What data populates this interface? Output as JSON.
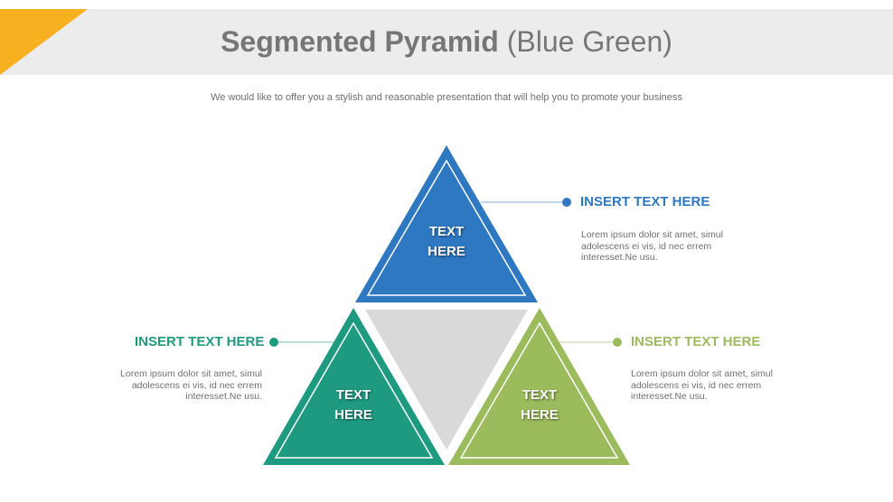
{
  "header": {
    "title_bold": "Segmented Pyramid",
    "title_light": "(Blue Green)",
    "subtitle": "We would like to offer you a stylish and reasonable presentation that will help you to promote your business",
    "band_color": "#ececec",
    "accent_color": "#f7b120"
  },
  "pyramid": {
    "top": {
      "label_line1": "TEXT",
      "label_line2": "HERE",
      "color": "#2e77c1"
    },
    "left": {
      "label_line1": "TEXT",
      "label_line2": "HERE",
      "color": "#1e9a80"
    },
    "right": {
      "label_line1": "TEXT",
      "label_line2": "HERE",
      "color": "#9bbb5c"
    },
    "center": {
      "color": "#d9d9d9"
    }
  },
  "callouts": {
    "top": {
      "title": "INSERT TEXT HERE",
      "body": "Lorem ipsum dolor sit amet, simul adolescens ei vis, id nec errem interesset.Ne usu.",
      "color": "#2e77c1"
    },
    "left": {
      "title": "INSERT TEXT HERE",
      "body": "Lorem ipsum dolor sit amet, simul adolescens ei vis, id nec errem interesset.Ne usu.",
      "color": "#1e9a80"
    },
    "right": {
      "title": "INSERT TEXT HERE",
      "body": "Lorem ipsum dolor sit amet, simul adolescens ei vis, id nec errem interesset.Ne usu.",
      "color": "#9bbb5c"
    }
  }
}
